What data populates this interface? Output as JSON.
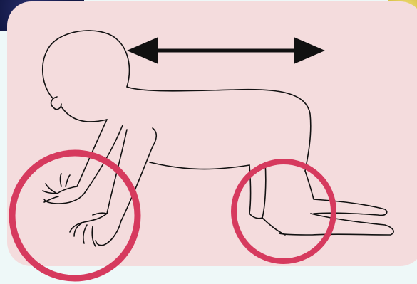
{
  "illustration": {
    "subject": "crawling-baby-outline",
    "background_color": "#f4dcdd",
    "page_background": "#eef8f8",
    "highlight_color": "#d63a5e",
    "outline_color": "#111111",
    "icons": [
      "double-headed-arrow-icon",
      "hands-highlight-circle",
      "knees-highlight-circle"
    ]
  }
}
